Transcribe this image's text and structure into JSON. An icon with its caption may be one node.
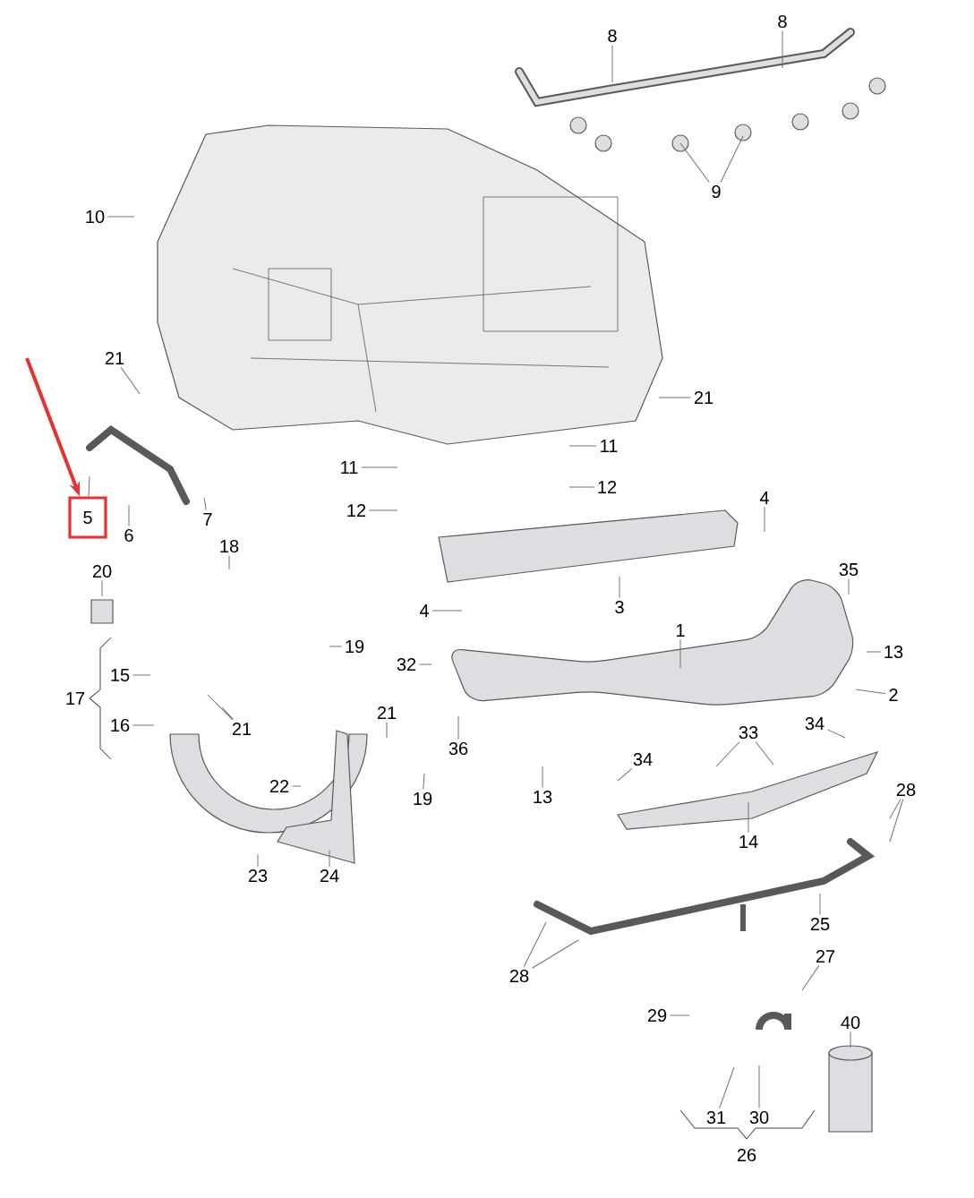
{
  "diagram": {
    "nodes": [
      {
        "text": [
          "8"
        ]
      },
      {
        "text": [
          "8"
        ]
      },
      {
        "text": [
          "9"
        ]
      },
      {
        "text": [
          "10"
        ]
      },
      {
        "text": [
          "21"
        ]
      },
      {
        "text": [
          "21"
        ]
      },
      {
        "text": [
          "11"
        ]
      },
      {
        "text": [
          "11"
        ]
      },
      {
        "text": [
          "12"
        ]
      },
      {
        "text": [
          "4"
        ]
      },
      {
        "text": [
          "12"
        ]
      },
      {
        "text": [
          "5"
        ]
      },
      {
        "text": [
          "7"
        ]
      },
      {
        "text": [
          "6"
        ]
      },
      {
        "text": [
          "18"
        ]
      },
      {
        "text": [
          "35"
        ]
      },
      {
        "text": [
          "20"
        ]
      },
      {
        "text": [
          "3"
        ]
      },
      {
        "text": [
          "4"
        ]
      },
      {
        "text": [
          "1"
        ]
      },
      {
        "text": [
          "19"
        ]
      },
      {
        "text": [
          "13"
        ]
      },
      {
        "text": [
          "32"
        ]
      },
      {
        "text": [
          "15"
        ]
      },
      {
        "text": [
          "2"
        ]
      },
      {
        "text": [
          "17"
        ]
      },
      {
        "text": [
          "34"
        ]
      },
      {
        "text": [
          "21"
        ]
      },
      {
        "text": [
          "16"
        ]
      },
      {
        "text": [
          "21"
        ]
      },
      {
        "text": [
          "33"
        ]
      },
      {
        "text": [
          "36"
        ]
      },
      {
        "text": [
          "34"
        ]
      },
      {
        "text": [
          "22"
        ]
      },
      {
        "text": [
          "28"
        ]
      },
      {
        "text": [
          "13"
        ]
      },
      {
        "text": [
          "19"
        ]
      },
      {
        "text": [
          "14"
        ]
      },
      {
        "text": [
          "23"
        ]
      },
      {
        "text": [
          "24"
        ]
      },
      {
        "text": [
          "25"
        ]
      },
      {
        "text": [
          "27"
        ]
      },
      {
        "text": [
          "28"
        ]
      },
      {
        "text": [
          "29"
        ]
      },
      {
        "text": [
          "40"
        ]
      },
      {
        "text": [
          "31"
        ]
      },
      {
        "text": [
          "30"
        ]
      },
      {
        "text": [
          "26"
        ]
      }
    ],
    "edges": [
      {
        "from": 0,
        "to": null,
        "arrow": "none"
      },
      {
        "from": 1,
        "to": null,
        "arrow": "none"
      },
      {
        "from": 2,
        "to": null,
        "arrow": "none"
      },
      {
        "from": 2,
        "to": null,
        "arrow": "none"
      },
      {
        "from": 3,
        "to": null,
        "arrow": "none"
      },
      {
        "from": 4,
        "to": null,
        "arrow": "none"
      },
      {
        "from": 5,
        "to": null,
        "arrow": "none"
      },
      {
        "from": 6,
        "to": null,
        "arrow": "none"
      },
      {
        "from": 7,
        "to": null,
        "arrow": "none"
      },
      {
        "from": 8,
        "to": null,
        "arrow": "none"
      },
      {
        "from": 9,
        "to": null,
        "arrow": "none"
      },
      {
        "from": 10,
        "to": null,
        "arrow": "none"
      },
      {
        "from": 11,
        "to": null,
        "arrow": "none"
      },
      {
        "from": 12,
        "to": null,
        "arrow": "none"
      },
      {
        "from": 13,
        "to": null,
        "arrow": "none"
      },
      {
        "from": 14,
        "to": null,
        "arrow": "none"
      },
      {
        "from": 15,
        "to": null,
        "arrow": "none"
      },
      {
        "from": 16,
        "to": null,
        "arrow": "none"
      },
      {
        "from": 17,
        "to": null,
        "arrow": "none"
      },
      {
        "from": 18,
        "to": null,
        "arrow": "none"
      },
      {
        "from": 19,
        "to": null,
        "arrow": "none"
      },
      {
        "from": 20,
        "to": null,
        "arrow": "none"
      },
      {
        "from": 21,
        "to": null,
        "arrow": "none"
      },
      {
        "from": 22,
        "to": null,
        "arrow": "none"
      },
      {
        "from": 23,
        "to": null,
        "arrow": "none"
      },
      {
        "from": 24,
        "to": null,
        "arrow": "none"
      },
      {
        "from": 26,
        "to": null,
        "arrow": "none"
      },
      {
        "from": 27,
        "to": null,
        "arrow": "none"
      },
      {
        "from": 28,
        "to": null,
        "arrow": "none"
      },
      {
        "from": 29,
        "to": null,
        "arrow": "none"
      },
      {
        "from": 29,
        "to": null,
        "arrow": "none"
      },
      {
        "from": 30,
        "to": null,
        "arrow": "none"
      },
      {
        "from": 30,
        "to": null,
        "arrow": "none"
      },
      {
        "from": 31,
        "to": null,
        "arrow": "none"
      },
      {
        "from": 32,
        "to": null,
        "arrow": "none"
      },
      {
        "from": 33,
        "to": null,
        "arrow": "none"
      },
      {
        "from": 34,
        "to": null,
        "arrow": "none"
      },
      {
        "from": 34,
        "to": null,
        "arrow": "none"
      },
      {
        "from": 35,
        "to": null,
        "arrow": "none"
      },
      {
        "from": 36,
        "to": null,
        "arrow": "none"
      },
      {
        "from": 37,
        "to": null,
        "arrow": "none"
      },
      {
        "from": 38,
        "to": null,
        "arrow": "none"
      },
      {
        "from": 39,
        "to": null,
        "arrow": "none"
      },
      {
        "from": 40,
        "to": null,
        "arrow": "none"
      },
      {
        "from": 41,
        "to": null,
        "arrow": "none"
      },
      {
        "from": 42,
        "to": null,
        "arrow": "none"
      },
      {
        "from": 42,
        "to": null,
        "arrow": "none"
      },
      {
        "from": 43,
        "to": null,
        "arrow": "none"
      },
      {
        "from": 44,
        "to": null,
        "arrow": "none"
      },
      {
        "from": 45,
        "to": null,
        "arrow": "none"
      },
      {
        "from": 46,
        "to": null,
        "arrow": "none"
      },
      {
        "from": null,
        "to": 11,
        "arrow": "to",
        "style": "thick",
        "color": "#e8312f"
      }
    ]
  }
}
